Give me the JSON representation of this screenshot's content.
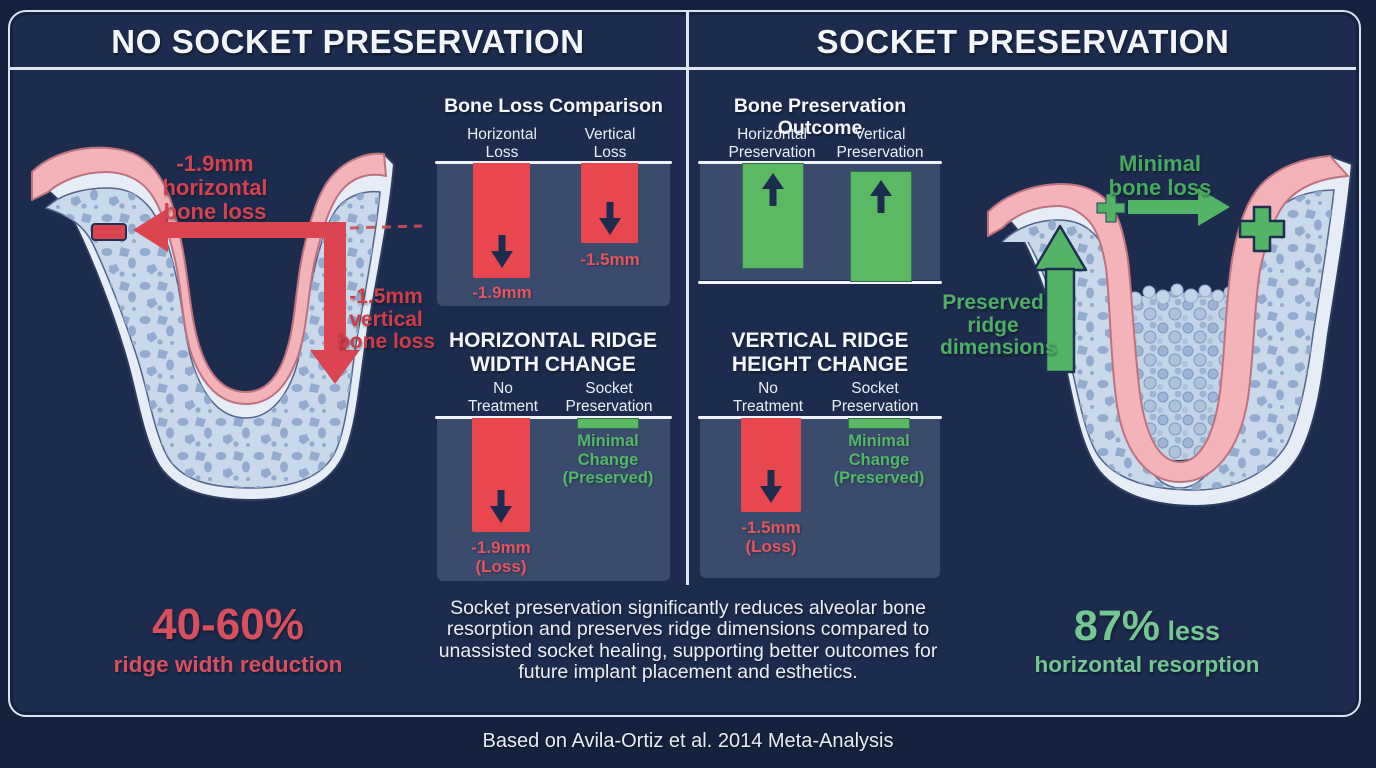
{
  "header": {
    "left_title": "NO SOCKET PRESERVATION",
    "right_title": "SOCKET PRESERVATION"
  },
  "left_panel": {
    "illustration": {
      "horizontal_loss_annotation": "-1.9mm\nhorizontal\nbone loss",
      "vertical_loss_annotation": "-1.5mm\nvertical\nbone loss"
    },
    "bone_loss_chart": {
      "title": "Bone Loss Comparison",
      "col1": "Horizontal\nLoss",
      "col2": "Vertical\nLoss",
      "bar1_label": "-1.9mm",
      "bar2_label": "-1.5mm"
    },
    "ridge_width_chart": {
      "title": "HORIZONTAL RIDGE\nWIDTH CHANGE",
      "col1": "No\nTreatment",
      "col2": "Socket\nPreservation",
      "bar1_label": "-1.9mm\n(Loss)",
      "bar2_label": "Minimal\nChange\n(Preserved)"
    },
    "stat": {
      "value": "40-60%",
      "label": "ridge width reduction"
    }
  },
  "right_panel": {
    "illustration": {
      "minimal_loss_annotation": "Minimal\nbone loss",
      "preserved_annotation": "Preserved\nridge\ndimensions"
    },
    "preservation_chart": {
      "title": "Bone Preservation Outcome",
      "col1": "Horizontal\nPreservation",
      "col2": "Vertical\nPreservation"
    },
    "ridge_height_chart": {
      "title": "VERTICAL RIDGE\nHEIGHT CHANGE",
      "col1": "No\nTreatment",
      "col2": "Socket\nPreservation",
      "bar1_label": "-1.5mm\n(Loss)",
      "bar2_label": "Minimal\nChange\n(Preserved)"
    },
    "stat": {
      "value": "87%",
      "suffix": " less",
      "label": "horizontal resorption"
    }
  },
  "caption": {
    "text": "Socket preservation significantly reduces alveolar bone\nresorption and preserves ridge dimensions compared to\nunassisted socket healing, supporting better outcomes for\nfuture implant placement and esthetics."
  },
  "footer": {
    "source": "Based on Avila-Ortiz et al. 2014 Meta-Analysis"
  },
  "colors": {
    "background": "#1d2c4e",
    "line": "#dde6f2",
    "red_bar": "#e8474e",
    "green_bar": "#5cb963",
    "red_text": "#d8505f",
    "green_text": "#74c795",
    "chart_panel": "#3b4b6d"
  },
  "chart_data": [
    {
      "type": "bar",
      "title": "Bone Loss Comparison",
      "categories": [
        "Horizontal Loss",
        "Vertical Loss"
      ],
      "values": [
        -1.9,
        -1.5
      ],
      "unit": "mm",
      "bar_colors": [
        "red",
        "red"
      ]
    },
    {
      "type": "bar",
      "title": "HORIZONTAL RIDGE WIDTH CHANGE",
      "categories": [
        "No Treatment",
        "Socket Preservation"
      ],
      "values": [
        -1.9,
        0
      ],
      "unit": "mm",
      "annotations": [
        "-1.9mm (Loss)",
        "Minimal Change (Preserved)"
      ],
      "bar_colors": [
        "red",
        "green"
      ]
    },
    {
      "type": "bar",
      "title": "Bone Preservation Outcome",
      "categories": [
        "Horizontal Preservation",
        "Vertical Preservation"
      ],
      "values": [
        "preserved",
        "preserved"
      ],
      "bar_colors": [
        "green",
        "green"
      ]
    },
    {
      "type": "bar",
      "title": "VERTICAL RIDGE HEIGHT CHANGE",
      "categories": [
        "No Treatment",
        "Socket Preservation"
      ],
      "values": [
        -1.5,
        0
      ],
      "unit": "mm",
      "annotations": [
        "-1.5mm (Loss)",
        "Minimal Change (Preserved)"
      ],
      "bar_colors": [
        "red",
        "green"
      ]
    }
  ]
}
